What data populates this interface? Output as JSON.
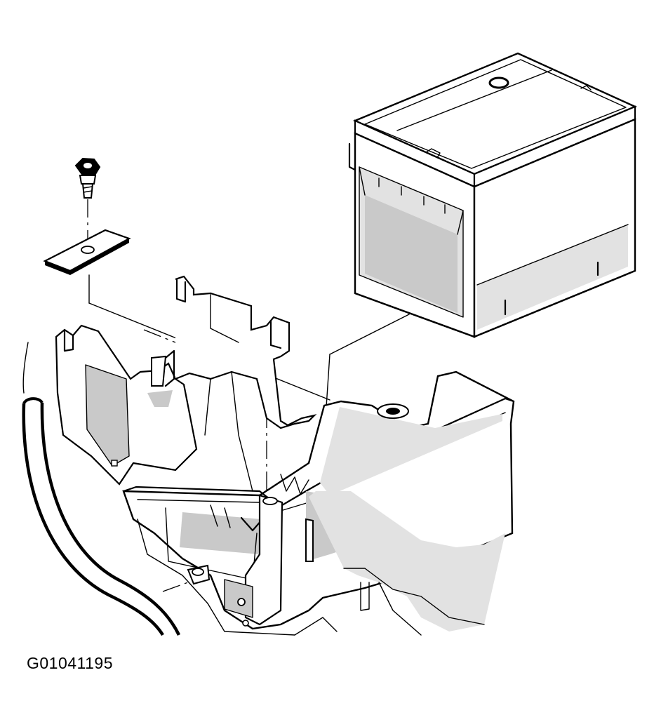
{
  "figure": {
    "id_label": "G01041195",
    "parts": [
      "bolt",
      "hold-down-retainer",
      "battery",
      "battery-tray",
      "harness-clip",
      "cable"
    ]
  },
  "colors": {
    "line": "#000000",
    "shade": "#c9c9c9",
    "background": "#ffffff"
  }
}
